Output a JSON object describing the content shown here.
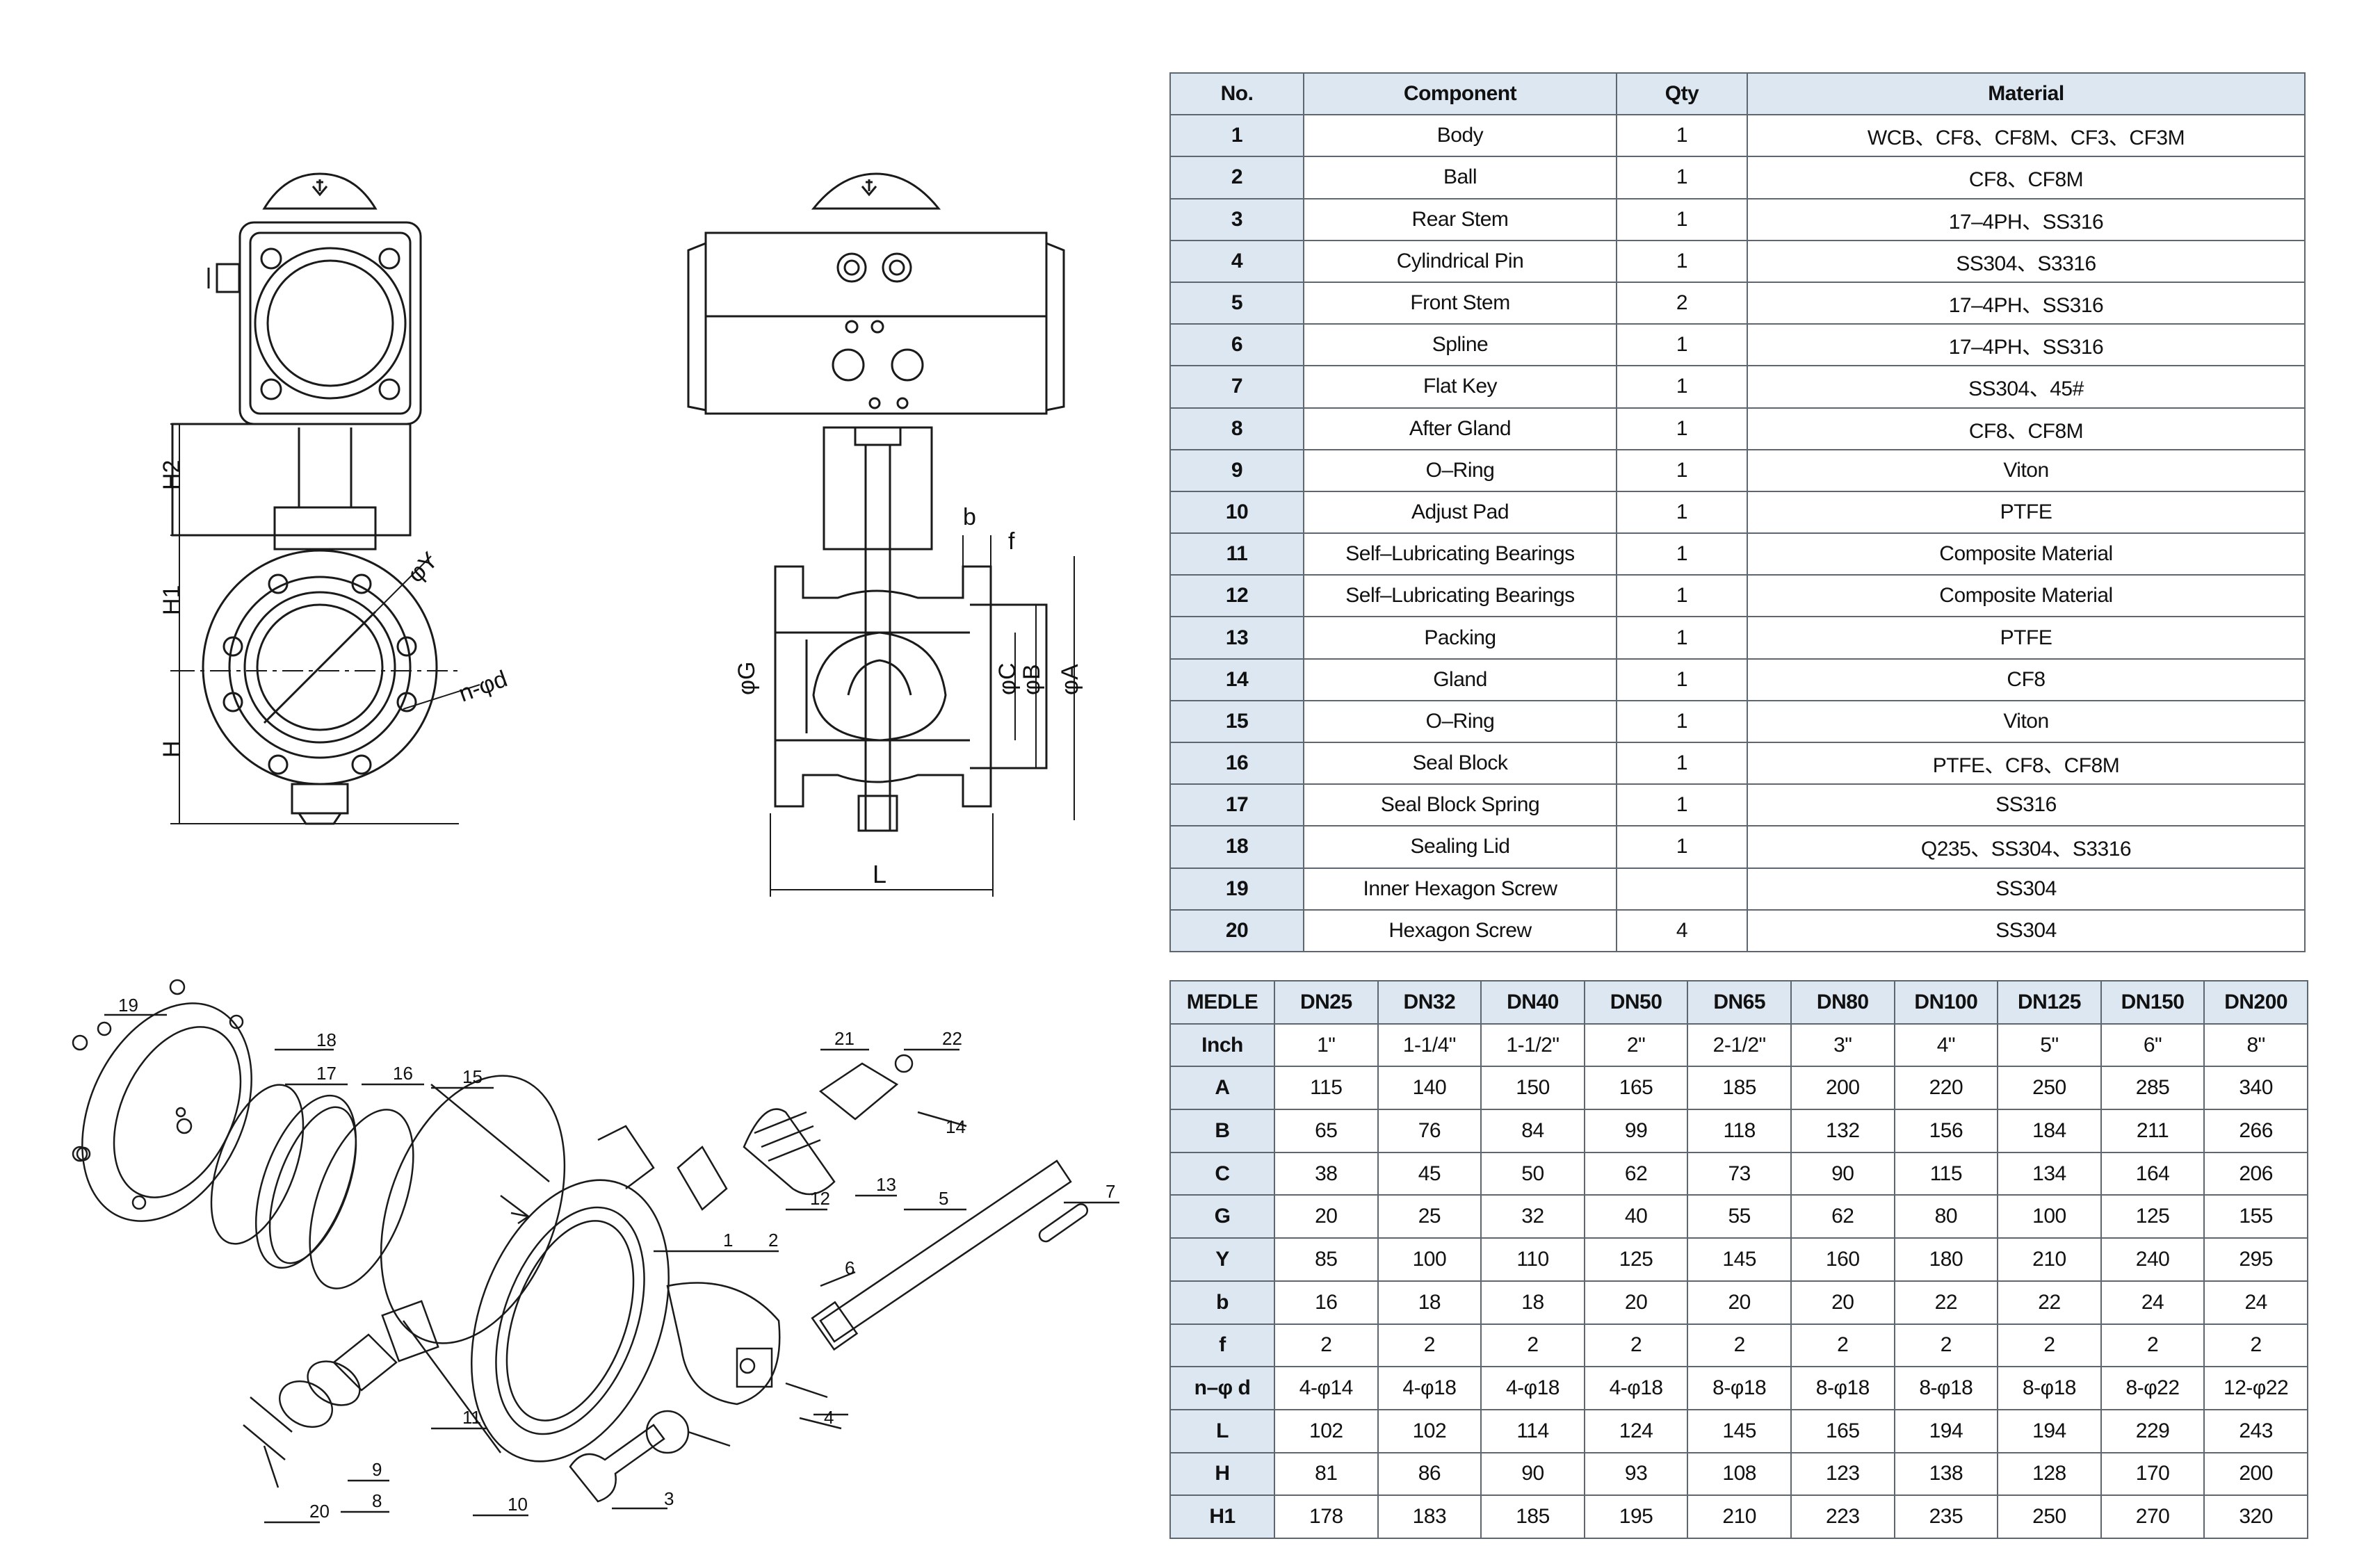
{
  "drawing": {
    "front_view_labels": [
      "H2",
      "H1",
      "H",
      "φY",
      "n-φd"
    ],
    "side_view_labels": [
      "b",
      "f",
      "φG",
      "φC",
      "φB",
      "φA",
      "L"
    ],
    "exploded_part_numbers": [
      "19",
      "18",
      "17",
      "16",
      "15",
      "1",
      "2",
      "3",
      "4",
      "5",
      "6",
      "7",
      "8",
      "9",
      "10",
      "11",
      "12",
      "13",
      "14",
      "20",
      "21",
      "22"
    ]
  },
  "components": {
    "headers": [
      "No.",
      "Component",
      "Qty",
      "Material"
    ],
    "rows": [
      {
        "no": "1",
        "component": "Body",
        "qty": "1",
        "material": "WCB、CF8、CF8M、CF3、CF3M"
      },
      {
        "no": "2",
        "component": "Ball",
        "qty": "1",
        "material": "CF8、CF8M"
      },
      {
        "no": "3",
        "component": "Rear Stem",
        "qty": "1",
        "material": "17–4PH、SS316"
      },
      {
        "no": "4",
        "component": "Cylindrical Pin",
        "qty": "1",
        "material": "SS304、S3316"
      },
      {
        "no": "5",
        "component": "Front Stem",
        "qty": "2",
        "material": "17–4PH、SS316"
      },
      {
        "no": "6",
        "component": "Spline",
        "qty": "1",
        "material": "17–4PH、SS316"
      },
      {
        "no": "7",
        "component": "Flat Key",
        "qty": "1",
        "material": "SS304、45#"
      },
      {
        "no": "8",
        "component": "After Gland",
        "qty": "1",
        "material": "CF8、CF8M"
      },
      {
        "no": "9",
        "component": "O–Ring",
        "qty": "1",
        "material": "Viton"
      },
      {
        "no": "10",
        "component": "Adjust Pad",
        "qty": "1",
        "material": "PTFE"
      },
      {
        "no": "11",
        "component": "Self–Lubricating Bearings",
        "qty": "1",
        "material": "Composite Material"
      },
      {
        "no": "12",
        "component": "Self–Lubricating Bearings",
        "qty": "1",
        "material": "Composite Material"
      },
      {
        "no": "13",
        "component": "Packing",
        "qty": "1",
        "material": "PTFE"
      },
      {
        "no": "14",
        "component": "Gland",
        "qty": "1",
        "material": "CF8"
      },
      {
        "no": "15",
        "component": "O–Ring",
        "qty": "1",
        "material": "Viton"
      },
      {
        "no": "16",
        "component": "Seal Block",
        "qty": "1",
        "material": "PTFE、CF8、CF8M"
      },
      {
        "no": "17",
        "component": "Seal Block Spring",
        "qty": "1",
        "material": "SS316"
      },
      {
        "no": "18",
        "component": "Sealing Lid",
        "qty": "1",
        "material": "Q235、SS304、S3316"
      },
      {
        "no": "19",
        "component": "Inner Hexagon Screw",
        "qty": "",
        "material": "SS304"
      },
      {
        "no": "20",
        "component": "Hexagon Screw",
        "qty": "4",
        "material": "SS304"
      }
    ]
  },
  "dimensions": {
    "corner": "MEDLE",
    "sizes": [
      "DN25",
      "DN32",
      "DN40",
      "DN50",
      "DN65",
      "DN80",
      "DN100",
      "DN125",
      "DN150",
      "DN200"
    ],
    "rows": [
      {
        "key": "Inch",
        "values": [
          "1\"",
          "1-1/4\"",
          "1-1/2\"",
          "2\"",
          "2-1/2\"",
          "3\"",
          "4\"",
          "5\"",
          "6\"",
          "8\""
        ]
      },
      {
        "key": "A",
        "values": [
          "115",
          "140",
          "150",
          "165",
          "185",
          "200",
          "220",
          "250",
          "285",
          "340"
        ]
      },
      {
        "key": "B",
        "values": [
          "65",
          "76",
          "84",
          "99",
          "118",
          "132",
          "156",
          "184",
          "211",
          "266"
        ]
      },
      {
        "key": "C",
        "values": [
          "38",
          "45",
          "50",
          "62",
          "73",
          "90",
          "115",
          "134",
          "164",
          "206"
        ]
      },
      {
        "key": "G",
        "values": [
          "20",
          "25",
          "32",
          "40",
          "55",
          "62",
          "80",
          "100",
          "125",
          "155"
        ]
      },
      {
        "key": "Y",
        "values": [
          "85",
          "100",
          "110",
          "125",
          "145",
          "160",
          "180",
          "210",
          "240",
          "295"
        ]
      },
      {
        "key": "b",
        "values": [
          "16",
          "18",
          "18",
          "20",
          "20",
          "20",
          "22",
          "22",
          "24",
          "24"
        ]
      },
      {
        "key": "f",
        "values": [
          "2",
          "2",
          "2",
          "2",
          "2",
          "2",
          "2",
          "2",
          "2",
          "2"
        ]
      },
      {
        "key": "n–φ d",
        "values": [
          "4-φ14",
          "4-φ18",
          "4-φ18",
          "4-φ18",
          "8-φ18",
          "8-φ18",
          "8-φ18",
          "8-φ18",
          "8-φ22",
          "12-φ22"
        ]
      },
      {
        "key": "L",
        "values": [
          "102",
          "102",
          "114",
          "124",
          "145",
          "165",
          "194",
          "194",
          "229",
          "243"
        ]
      },
      {
        "key": "H",
        "values": [
          "81",
          "86",
          "90",
          "93",
          "108",
          "123",
          "138",
          "128",
          "170",
          "200"
        ]
      },
      {
        "key": "H1",
        "values": [
          "178",
          "183",
          "185",
          "195",
          "210",
          "223",
          "235",
          "250",
          "270",
          "320"
        ]
      }
    ]
  }
}
